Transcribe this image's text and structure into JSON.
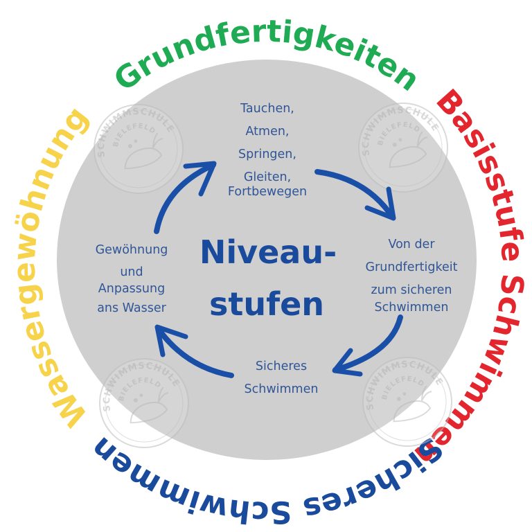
{
  "diagram": {
    "title_line1": "Niveau-",
    "title_line2": "stufen",
    "ring_labels": [
      {
        "text": "Grundfertigkeiten",
        "color": "#1fab54"
      },
      {
        "text": "Basisstufe Schwimmen",
        "color": "#e3262e"
      },
      {
        "text": "Sicheres Schwimmen",
        "color": "#1a4a9c"
      },
      {
        "text": "Wassergewöhnung",
        "color": "#f6d34a"
      }
    ],
    "stages": [
      {
        "name": "top",
        "lines": [
          "Tauchen,",
          "Atmen,",
          "Springen,",
          "Gleiten,",
          "Fortbewegen"
        ]
      },
      {
        "name": "right",
        "lines": [
          "Von der",
          "Grundfertigkeit",
          "zum sicheren",
          "Schwimmen"
        ]
      },
      {
        "name": "bottom",
        "lines": [
          "Sicheres",
          "Schwimmen"
        ]
      },
      {
        "name": "left",
        "lines": [
          "Gewöhnung",
          "und",
          "Anpassung",
          "ans Wasser"
        ]
      }
    ],
    "watermark": {
      "line1": "SCHWIMMSCHULE",
      "line2": "BIELEFELD",
      "icon": "whale-icon"
    },
    "colors": {
      "circle": "#cfcfcf",
      "arrow": "#1a4fa8",
      "stage_text": "#2f5597",
      "center_text": "#1a4a9c"
    }
  }
}
